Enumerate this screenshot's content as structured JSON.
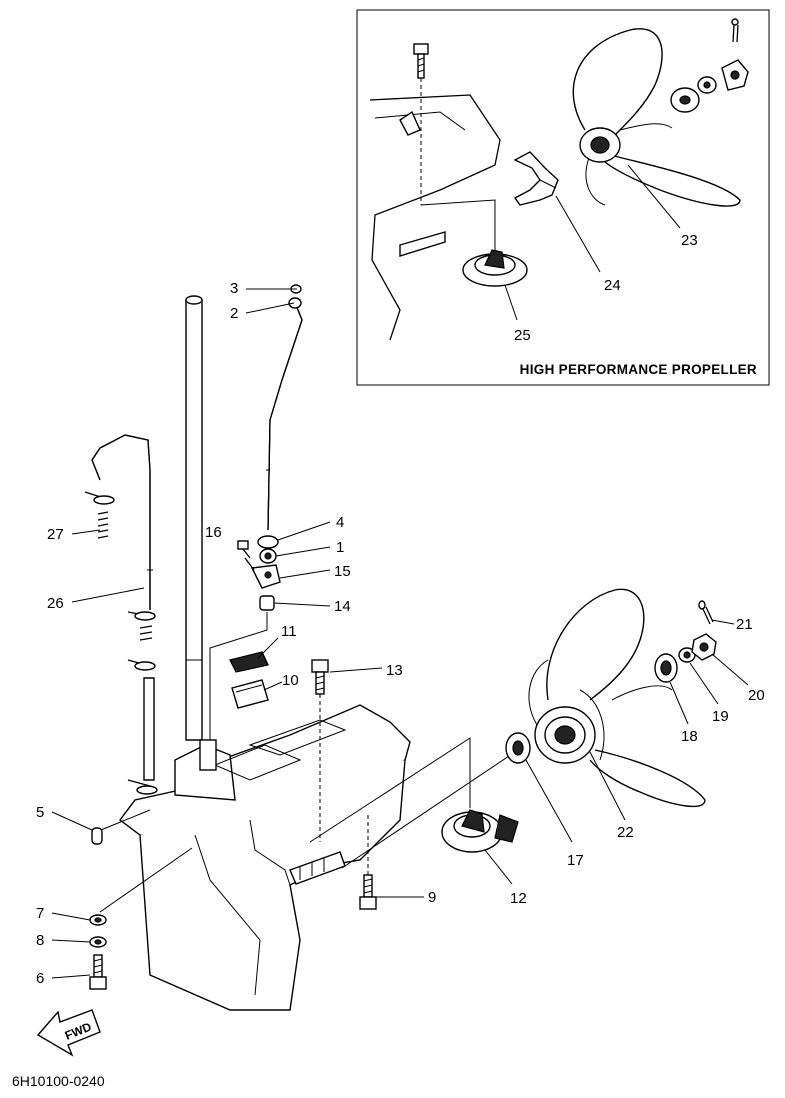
{
  "inset": {
    "title": "HIGH PERFORMANCE PROPELLER"
  },
  "diagram_id": "6H10100-0240",
  "fwd_label": "FWD",
  "callouts": {
    "c1": "1",
    "c2": "2",
    "c3": "3",
    "c4": "4",
    "c5": "5",
    "c6": "6",
    "c7": "7",
    "c8": "8",
    "c9": "9",
    "c10": "10",
    "c11": "11",
    "c12": "12",
    "c13": "13",
    "c14": "14",
    "c15": "15",
    "c16": "16",
    "c17": "17",
    "c18": "18",
    "c19": "19",
    "c20": "20",
    "c21": "21",
    "c22": "22",
    "c23": "23",
    "c24": "24",
    "c25": "25",
    "c26": "26",
    "c27": "27"
  }
}
